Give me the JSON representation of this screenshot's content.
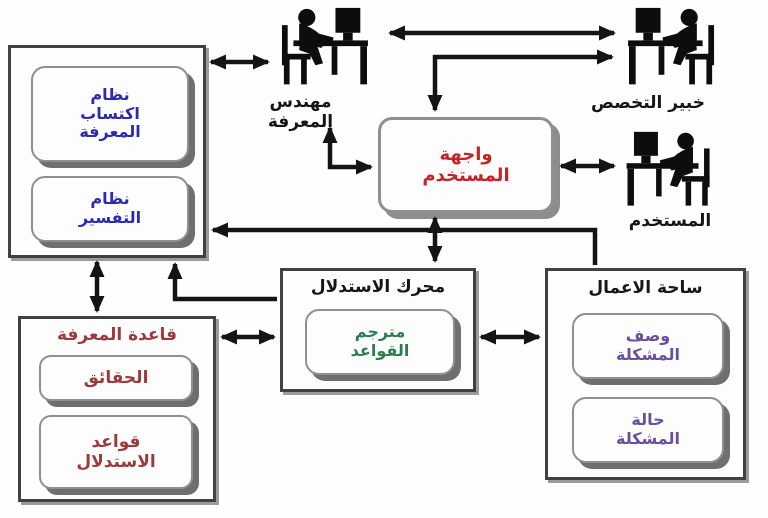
{
  "colors": {
    "blue": "#2a2ab5",
    "red": "#c42424",
    "green": "#2e7d4f",
    "maroon": "#9a3c3c",
    "purple": "#6a4f9e",
    "black": "#161616",
    "arrow": "#141414"
  },
  "boxes": {
    "acquisition": {
      "line1": "نظام",
      "line2": "اكتساب",
      "line3": "المعرفة"
    },
    "explanation": {
      "line1": "نظام",
      "line2": "التفسير"
    },
    "user_interface": {
      "line1": "واجهة",
      "line2": "المستخدم"
    },
    "inference_engine": {
      "title": "محرك الاستدلال"
    },
    "rule_interpreter": {
      "line1": "مترجم",
      "line2": "القواعد"
    },
    "knowledge_base": {
      "title": "قاعدة المعرفة"
    },
    "facts": {
      "label": "الحقائق"
    },
    "inference_rules": {
      "line1": "قواعد",
      "line2": "الاستدلال"
    },
    "workspace": {
      "title": "ساحة الاعمال"
    },
    "problem_description": {
      "line1": "وصف",
      "line2": "المشكلة"
    },
    "problem_state": {
      "line1": "حالة",
      "line2": "المشكلة"
    }
  },
  "actors": {
    "knowledge_engineer": {
      "label": "مهندس المعرفة"
    },
    "domain_expert": {
      "label": "خبير التخصص"
    },
    "end_user": {
      "label": "المستخدم"
    }
  }
}
